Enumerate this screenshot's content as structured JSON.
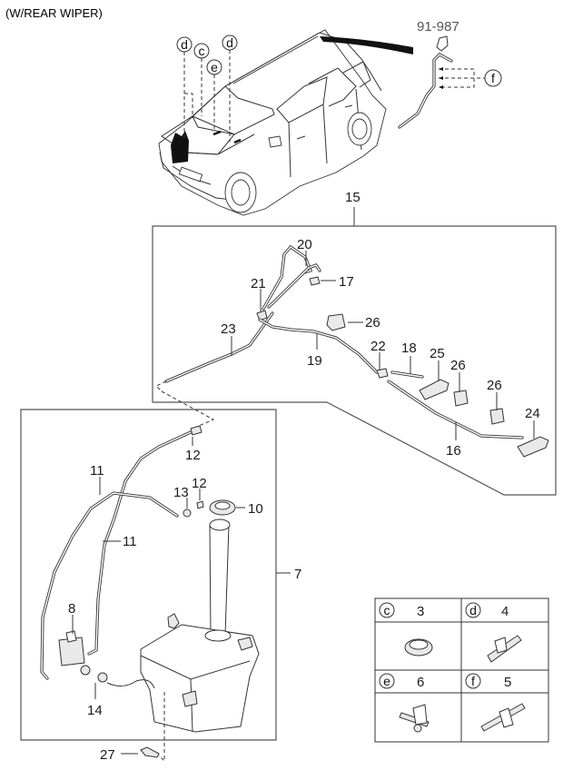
{
  "diagram": {
    "title": "(W/REAR WIPER)",
    "reference_code": "91-987",
    "vehicle_callouts": [
      {
        "letter": "d"
      },
      {
        "letter": "c"
      },
      {
        "letter": "e"
      },
      {
        "letter": "d"
      },
      {
        "letter": "f"
      }
    ],
    "assembly_labels": {
      "rear_hose_assembly": "15",
      "reservoir_assembly": "7"
    },
    "part_labels": [
      {
        "id": "17",
        "part": "rear-nozzle"
      },
      {
        "id": "18",
        "part": "hose-short"
      },
      {
        "id": "19",
        "part": "hose"
      },
      {
        "id": "20",
        "part": "hose-upper"
      },
      {
        "id": "21",
        "part": "connector"
      },
      {
        "id": "22",
        "part": "connector"
      },
      {
        "id": "23",
        "part": "hose-front"
      },
      {
        "id": "26",
        "part": "clip"
      },
      {
        "id": "25",
        "part": "clip-bracket"
      },
      {
        "id": "26",
        "part": "clip"
      },
      {
        "id": "26",
        "part": "clip"
      },
      {
        "id": "24",
        "part": "clip-bracket"
      },
      {
        "id": "16",
        "part": "hose-rear"
      },
      {
        "id": "12",
        "part": "connector-upper"
      },
      {
        "id": "11",
        "part": "hose-left"
      },
      {
        "id": "13",
        "part": "grommet"
      },
      {
        "id": "12",
        "part": "connector-lower"
      },
      {
        "id": "10",
        "part": "reservoir-cap"
      },
      {
        "id": "11",
        "part": "hose-right"
      },
      {
        "id": "8",
        "part": "washer-pump"
      },
      {
        "id": "14",
        "part": "pump-grommet"
      },
      {
        "id": "27",
        "part": "bolt"
      }
    ],
    "legend_table": [
      {
        "letter": "c",
        "part_no": "3",
        "part": "grommet"
      },
      {
        "letter": "d",
        "part_no": "4",
        "part": "hose-clip"
      },
      {
        "letter": "e",
        "part_no": "6",
        "part": "clip"
      },
      {
        "letter": "f",
        "part_no": "5",
        "part": "clip"
      }
    ]
  }
}
